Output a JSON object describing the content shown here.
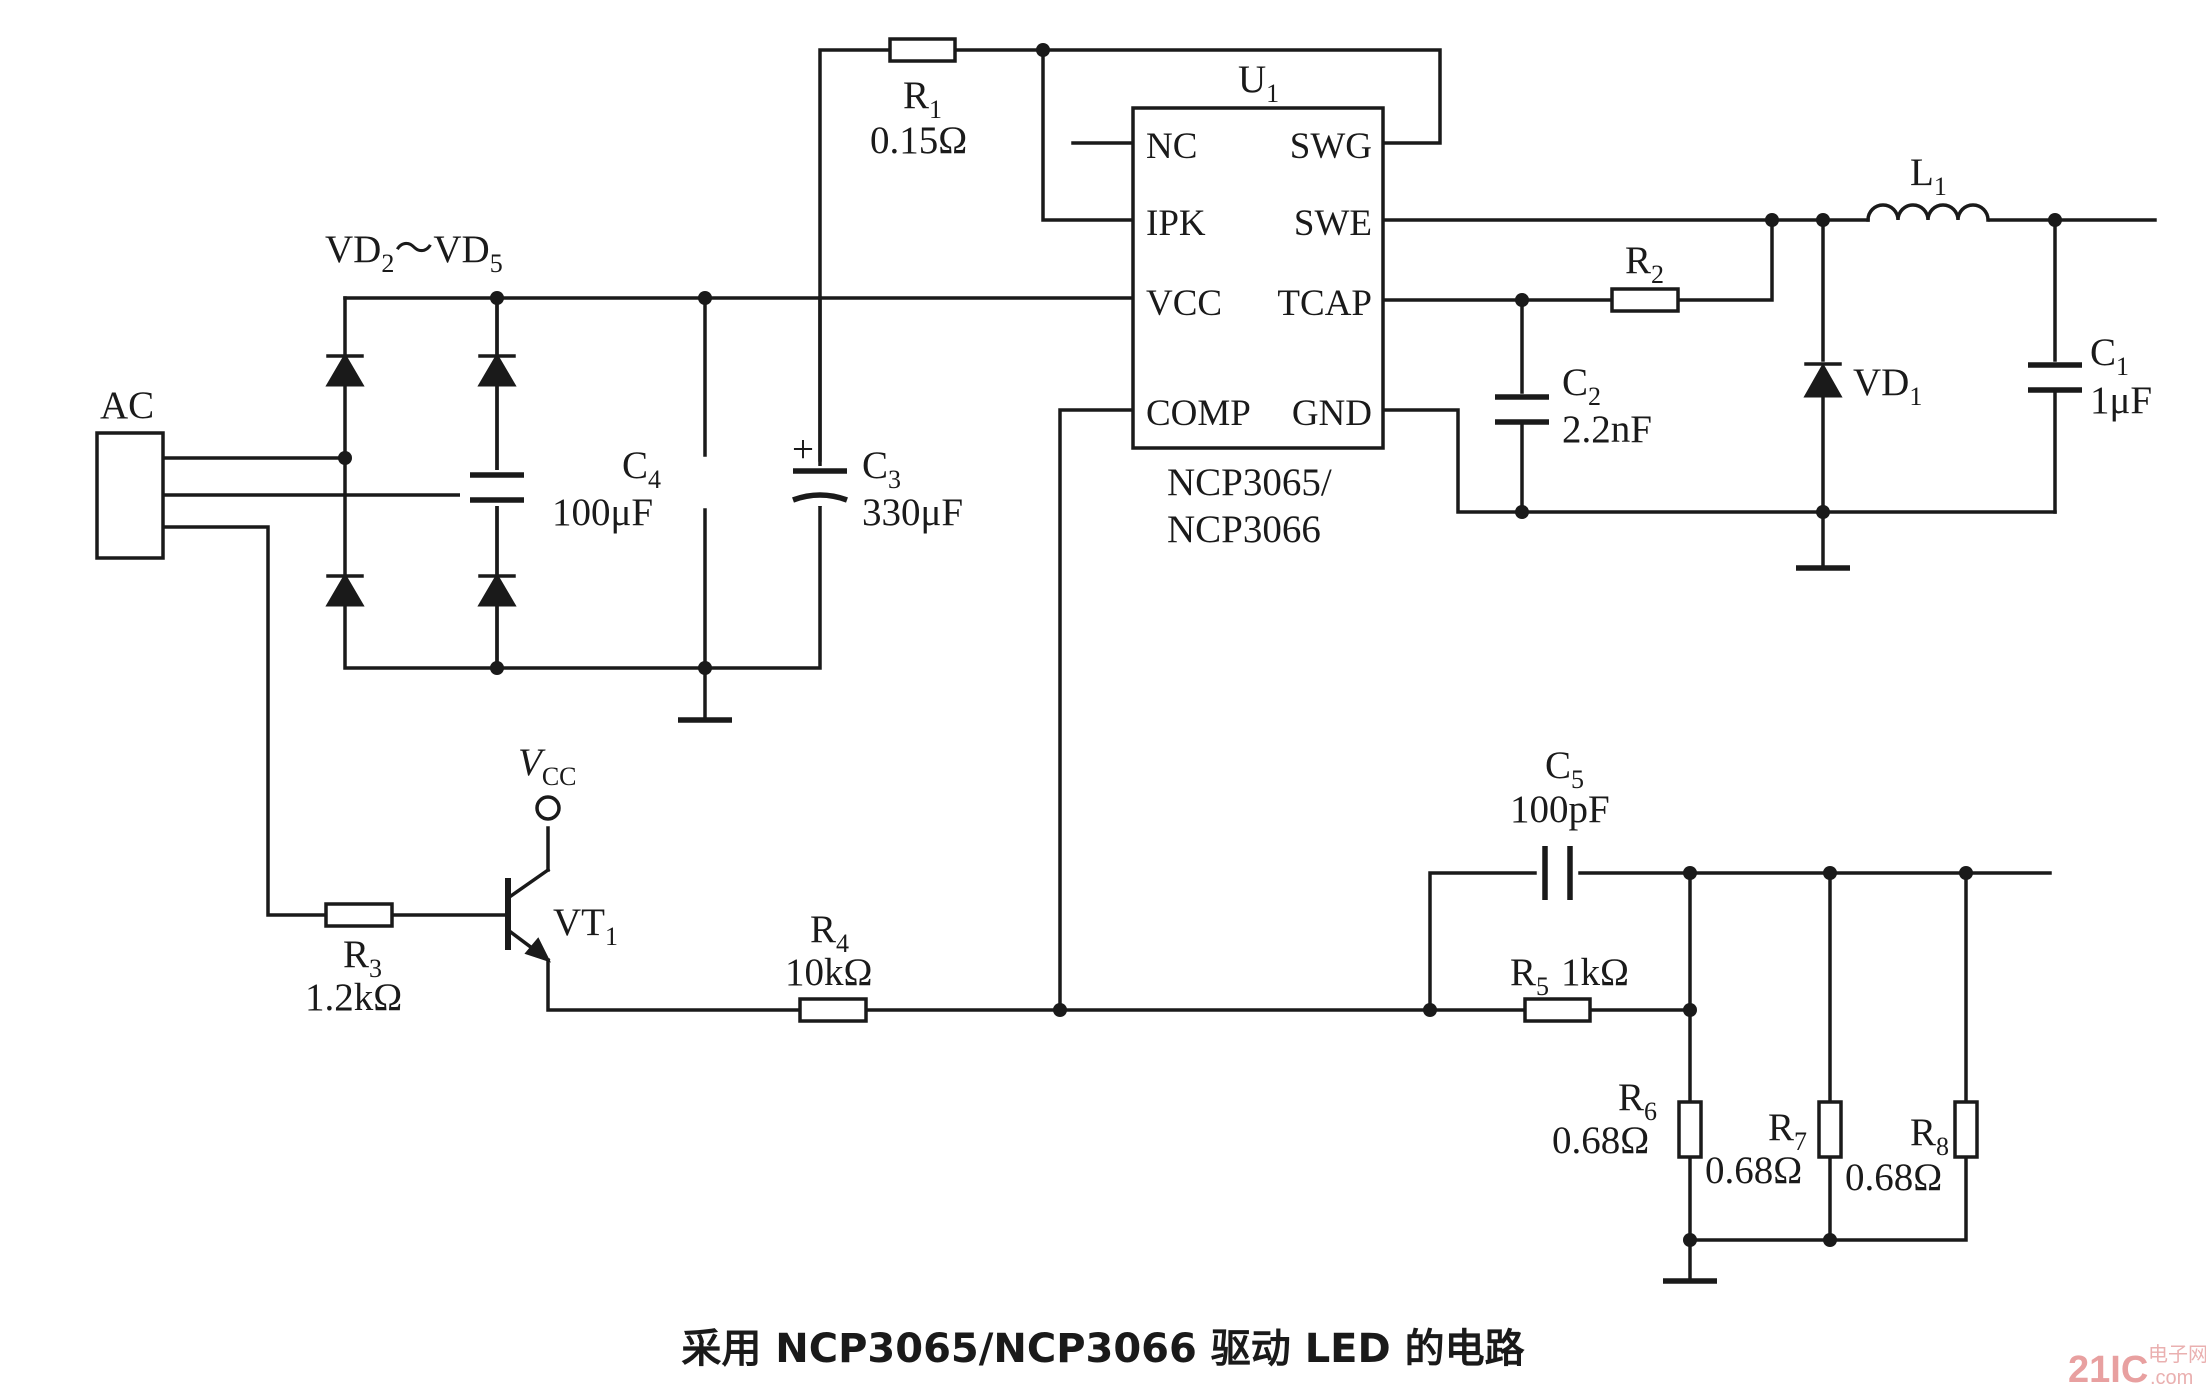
{
  "caption": "采用 NCP3065/NCP3066 驱动 LED 的电路",
  "watermark": {
    "brand": "21IC",
    "sub1": "电子网",
    "sub2": ".com"
  },
  "ic": {
    "ref": "U",
    "ref_sub": "1",
    "part_line1": "NCP3065/",
    "part_line2": "NCP3066",
    "pins": {
      "nc": "NC",
      "ipk": "IPK",
      "vcc": "VCC",
      "comp": "COMP",
      "swg": "SWG",
      "swe": "SWE",
      "tcap": "TCAP",
      "gnd": "GND"
    }
  },
  "components": {
    "ac": {
      "label": "AC"
    },
    "bridge": {
      "p1": "VD",
      "s1": "2",
      "p2": "～VD",
      "s2": "5"
    },
    "r1": {
      "ref": "R",
      "sub": "1",
      "value": "0.15Ω"
    },
    "r2": {
      "ref": "R",
      "sub": "2"
    },
    "r3": {
      "ref": "R",
      "sub": "3",
      "value": "1.2kΩ"
    },
    "r4": {
      "ref": "R",
      "sub": "4",
      "value": "10kΩ"
    },
    "r5": {
      "ref": "R",
      "sub": "5",
      "value": "1kΩ"
    },
    "r6": {
      "ref": "R",
      "sub": "6",
      "value": "0.68Ω"
    },
    "r7": {
      "ref": "R",
      "sub": "7",
      "value": "0.68Ω"
    },
    "r8": {
      "ref": "R",
      "sub": "8",
      "value": "0.68Ω"
    },
    "c1": {
      "ref": "C",
      "sub": "1",
      "value": "1μF"
    },
    "c2": {
      "ref": "C",
      "sub": "2",
      "value": "2.2nF"
    },
    "c3": {
      "ref": "C",
      "sub": "3",
      "value": "330μF",
      "polarity": "+"
    },
    "c4": {
      "ref": "C",
      "sub": "4",
      "value": "100μF"
    },
    "c5": {
      "ref": "C",
      "sub": "5",
      "value": "100pF"
    },
    "l1": {
      "ref": "L",
      "sub": "1"
    },
    "vd1": {
      "ref": "VD",
      "sub": "1"
    },
    "vt1": {
      "ref": "VT",
      "sub": "1"
    },
    "vcc": {
      "ref": "V",
      "sub": "CC"
    }
  }
}
